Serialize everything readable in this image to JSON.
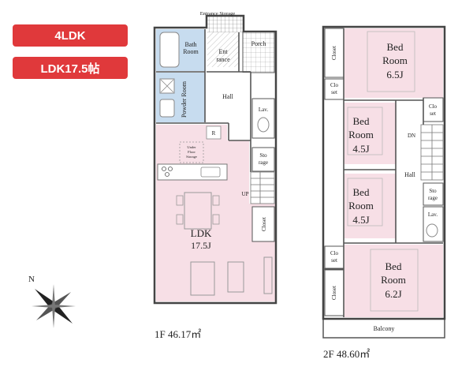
{
  "badges": {
    "layout": "4LDK",
    "ldk_size": "LDK17.5帖",
    "color": "#e0393b"
  },
  "colors": {
    "room_pink": "#f7dfe6",
    "bath_blue": "#c7dcef",
    "wall": "#555555",
    "furniture": "#9a9a9a"
  },
  "floor1": {
    "caption": "1F 46.17㎡",
    "rooms": {
      "entrance_storage": "Entrance Storage",
      "bath": [
        "Bath",
        "Room"
      ],
      "entrance": [
        "Ent",
        "rance"
      ],
      "porch": "Porch",
      "powder": [
        "Powder",
        "Room"
      ],
      "hall": "Hall",
      "lav": "Lav.",
      "storage": [
        "Sto",
        "rage"
      ],
      "under_floor": [
        "Under",
        "Floor",
        "Storage"
      ],
      "up": "UP",
      "closet": "Closet",
      "ldk": [
        "LDK",
        "17.5J"
      ],
      "refrigerator": "R"
    }
  },
  "floor2": {
    "caption": "2F 48.60㎡",
    "rooms": {
      "closet": "Closet",
      "closet_small": [
        "Clo",
        "set"
      ],
      "bed1": [
        "Bed",
        "Room",
        "6.5J"
      ],
      "bed2": [
        "Bed",
        "Room",
        "4.5J"
      ],
      "bed3": [
        "Bed",
        "Room",
        "4.5J"
      ],
      "bed4": [
        "Bed",
        "Room",
        "6.2J"
      ],
      "dn": "DN",
      "hall": "Hall",
      "storage": [
        "Sto",
        "rage"
      ],
      "lav": "Lav.",
      "balcony": "Balcony"
    }
  },
  "compass": {
    "north": "N"
  }
}
